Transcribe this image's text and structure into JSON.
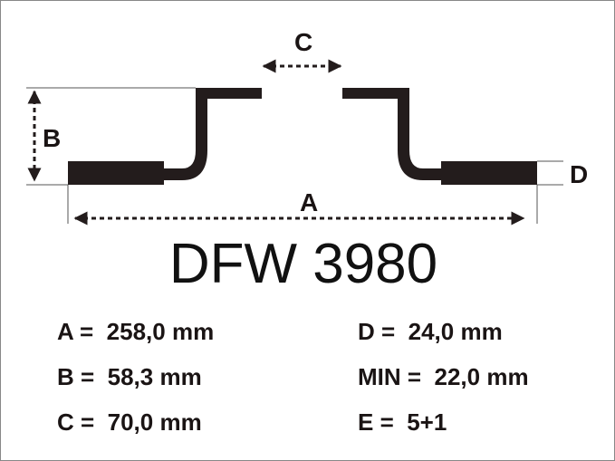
{
  "diagram": {
    "labels": {
      "a": "A",
      "b": "B",
      "c": "C",
      "d": "D"
    },
    "line_color": "#231c1c"
  },
  "title": "DFW 3980",
  "specs": {
    "a": "A =  258,0 mm",
    "b": "B =  58,3 mm",
    "c": "C =  70,0 mm",
    "d": "D =  24,0 mm",
    "min": "MIN =  22,0 mm",
    "e": "E =  5+1"
  }
}
